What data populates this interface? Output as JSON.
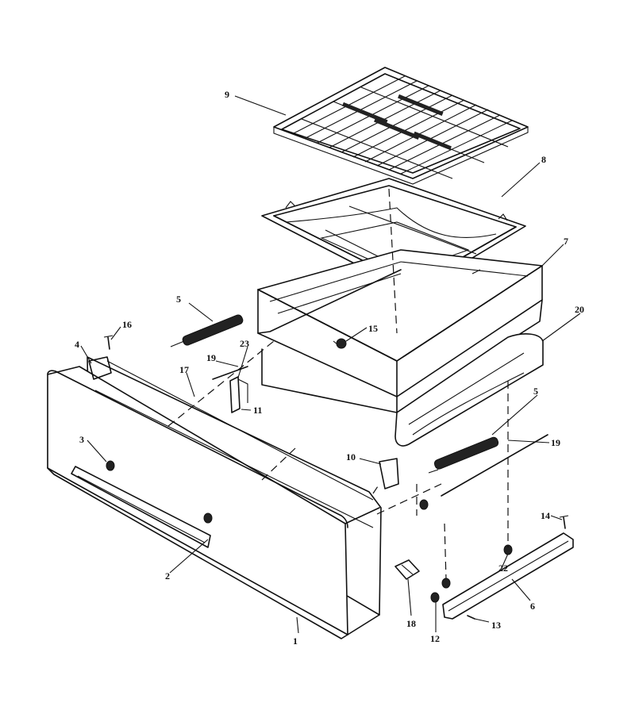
{
  "header_text": "",
  "callouts": [
    {
      "id": "label-1",
      "text": "1"
    },
    {
      "id": "label-2",
      "text": "2"
    },
    {
      "id": "label-3",
      "text": "3"
    },
    {
      "id": "label-4",
      "text": "4"
    },
    {
      "id": "label-5a",
      "text": "5"
    },
    {
      "id": "label-5b",
      "text": "5"
    },
    {
      "id": "label-6",
      "text": "6"
    },
    {
      "id": "label-7",
      "text": "7"
    },
    {
      "id": "label-8",
      "text": "8"
    },
    {
      "id": "label-9",
      "text": "9"
    },
    {
      "id": "label-10",
      "text": "10"
    },
    {
      "id": "label-11",
      "text": "11"
    },
    {
      "id": "label-12",
      "text": "12"
    },
    {
      "id": "label-13",
      "text": "13"
    },
    {
      "id": "label-14",
      "text": "14"
    },
    {
      "id": "label-15",
      "text": "15"
    },
    {
      "id": "label-16",
      "text": "16"
    },
    {
      "id": "label-17",
      "text": "17"
    },
    {
      "id": "label-18",
      "text": "18"
    },
    {
      "id": "label-19a",
      "text": "19"
    },
    {
      "id": "label-19b",
      "text": "19"
    },
    {
      "id": "label-20",
      "text": "20"
    },
    {
      "id": "label-22",
      "text": "22"
    },
    {
      "id": "label-23",
      "text": "23"
    }
  ]
}
